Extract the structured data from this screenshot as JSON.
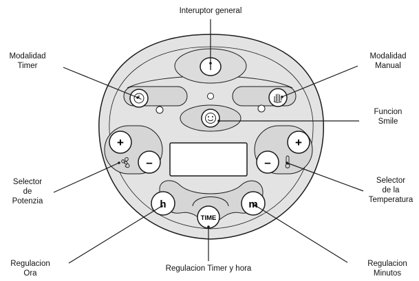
{
  "labels": {
    "main_switch": "Interuptor general",
    "timer_mode": [
      "Modalidad",
      "Timer"
    ],
    "manual_mode": [
      "Modalidad",
      "Manual"
    ],
    "smile": [
      "Funcion",
      "Smile"
    ],
    "fan_selector": [
      "Selector",
      "de",
      "Potenzia"
    ],
    "temp_selector": [
      "Selector",
      "de la",
      "Temperatura"
    ],
    "hour_reg": [
      "Regulacion",
      "Ora"
    ],
    "timer_reg": "Regulacion Timer y hora",
    "minutes_reg": [
      "Regulacion",
      "Minutos"
    ]
  },
  "buttons": {
    "power": "I",
    "plus": "+",
    "minus": "–",
    "hour": "h",
    "minutes": "m",
    "time": "TIME"
  },
  "colors": {
    "panel_fill": "#e3e3e3",
    "button_fill": "#ffffff",
    "stroke": "#1a1a1a"
  }
}
